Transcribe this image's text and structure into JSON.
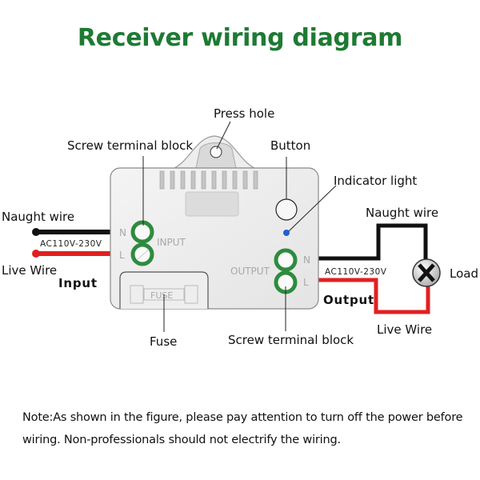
{
  "title": "Receiver wiring diagram",
  "labels": {
    "press_hole": "Press hole",
    "screw_terminal_block_top": "Screw terminal block",
    "button": "Button",
    "indicator_light": "Indicator light",
    "naught_wire_left": "Naught wire",
    "voltage_left": "AC110V-230V",
    "live_wire_left": "Live Wire",
    "input": "Input",
    "naught_wire_right": "Naught wire",
    "voltage_right": "AC110V-230V",
    "load": "Load",
    "output": "Output",
    "live_wire_right": "Live Wire",
    "fuse": "Fuse",
    "screw_terminal_block_bottom": "Screw terminal block"
  },
  "device": {
    "input_n": "N",
    "input_l": "L",
    "input_label": "INPUT",
    "output_n": "N",
    "output_l": "L",
    "output_label": "OUTPUT",
    "fuse_label": "FUSE"
  },
  "colors": {
    "title": "#1e7a33",
    "terminal": "#2e8b3e",
    "live_wire": "#e02020",
    "neutral_wire": "#111111",
    "indicator": "#1f5fd6"
  },
  "note": "Note:As shown in the figure, please pay attention to turn off the power before wiring. Non-professionals should not electrify the wiring."
}
